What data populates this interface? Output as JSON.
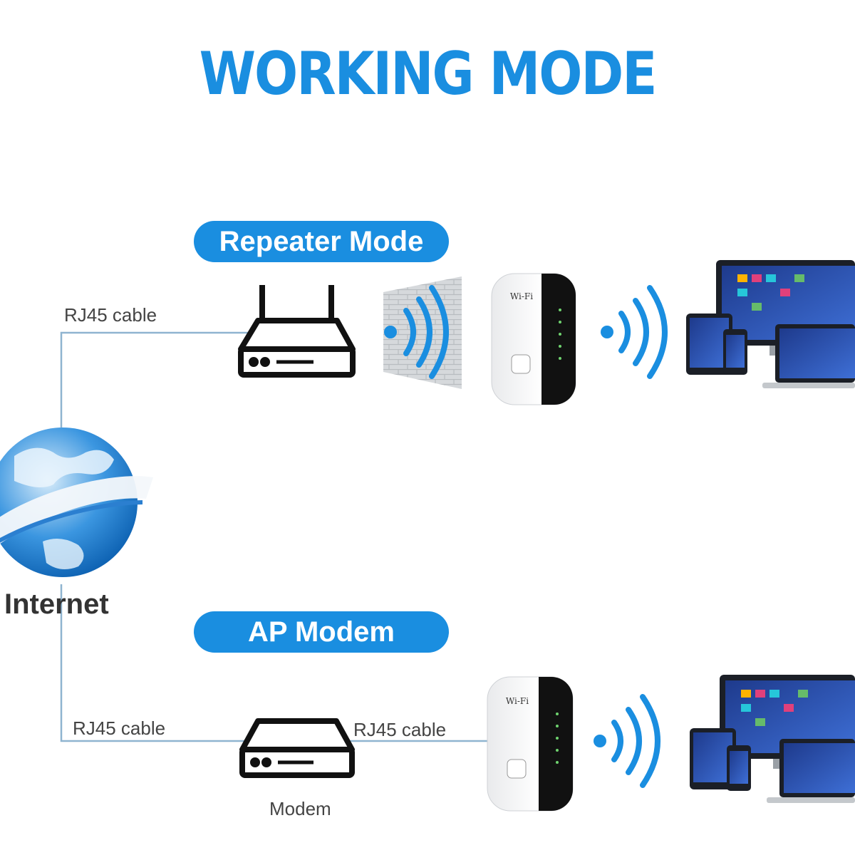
{
  "title": "WORKING MODE",
  "colors": {
    "accent": "#1a8ee0",
    "pill": "#1a8ee0",
    "line": "#8fb4d0",
    "wall": "#cfd3d6"
  },
  "repeater_mode": {
    "pill_label": "Repeater Mode",
    "cable_label": "RJ45 cable"
  },
  "ap_mode": {
    "pill_label": "AP Modem",
    "cable_label_left": "RJ45 cable",
    "cable_label_right": "RJ45 cable",
    "modem_label": "Modem"
  },
  "internet_label": "Internet",
  "icons": [
    "globe-icon",
    "router-icon",
    "brick-wall-icon",
    "wifi-signal-icon",
    "repeater-device-icon",
    "devices-icon",
    "modem-icon"
  ]
}
